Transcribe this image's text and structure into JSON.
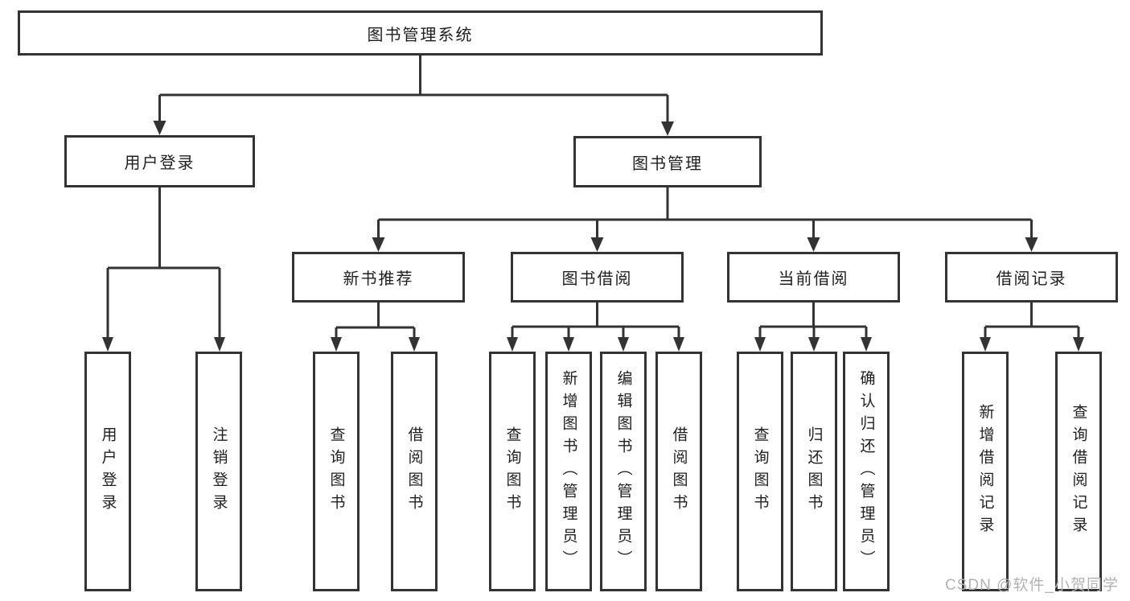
{
  "tree": {
    "root": {
      "label": "图书管理系统"
    },
    "branches": [
      {
        "label": "用户登录",
        "children": [
          {
            "label": "用户登录"
          },
          {
            "label": "注销登录"
          }
        ]
      },
      {
        "label": "图书管理",
        "sections": [
          {
            "label": "新书推荐",
            "children": [
              {
                "label": "查询图书"
              },
              {
                "label": "借阅图书"
              }
            ]
          },
          {
            "label": "图书借阅",
            "children": [
              {
                "label": "查询图书"
              },
              {
                "label": "新增图书（管理员）"
              },
              {
                "label": "编辑图书（管理员）"
              },
              {
                "label": "借阅图书"
              }
            ]
          },
          {
            "label": "当前借阅",
            "children": [
              {
                "label": "查询图书"
              },
              {
                "label": "归还图书"
              },
              {
                "label": "确认归还（管理员）"
              }
            ]
          },
          {
            "label": "借阅记录",
            "children": [
              {
                "label": "新增借阅记录"
              },
              {
                "label": "查询借阅记录"
              }
            ]
          }
        ]
      }
    ]
  },
  "watermark": {
    "text": "CSDN @软件_小贺同学"
  },
  "colors": {
    "line": "#333333",
    "text": "#1f1f1f",
    "box_background": "#ffffff",
    "watermark": "#b2b2b2",
    "page_background": "#ffffff"
  }
}
